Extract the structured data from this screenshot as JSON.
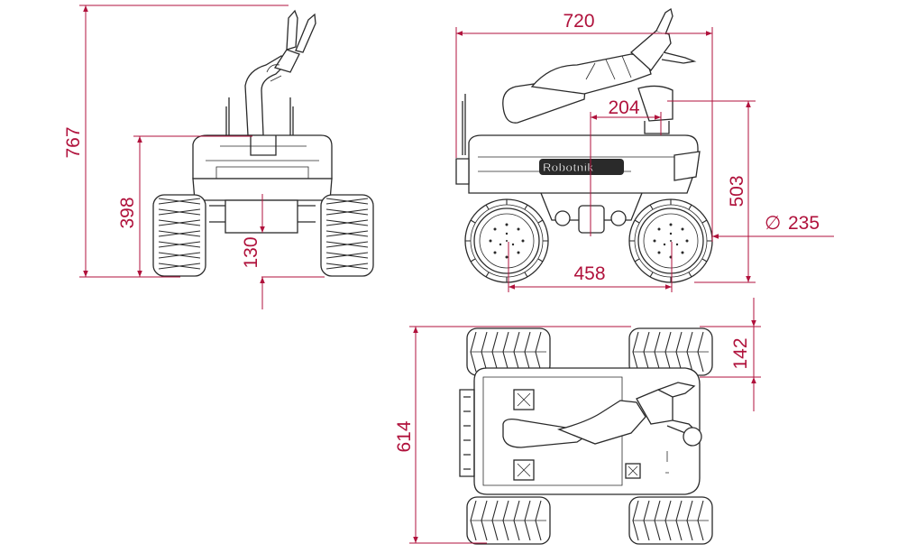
{
  "brand": {
    "logo_text": "Robotnik"
  },
  "dimensions": {
    "front_total_height": "767",
    "front_body_height": "398",
    "front_ground_clearance": "130",
    "side_length": "720",
    "side_arm_offset": "204",
    "side_height": "503",
    "wheel_diameter_symbol": "∅",
    "wheel_diameter": "235",
    "wheelbase": "458",
    "top_width": "614",
    "top_wheel_width": "142"
  },
  "colors": {
    "dimension": "#b0123c",
    "line": "#2a2a2a",
    "background": "#ffffff"
  }
}
